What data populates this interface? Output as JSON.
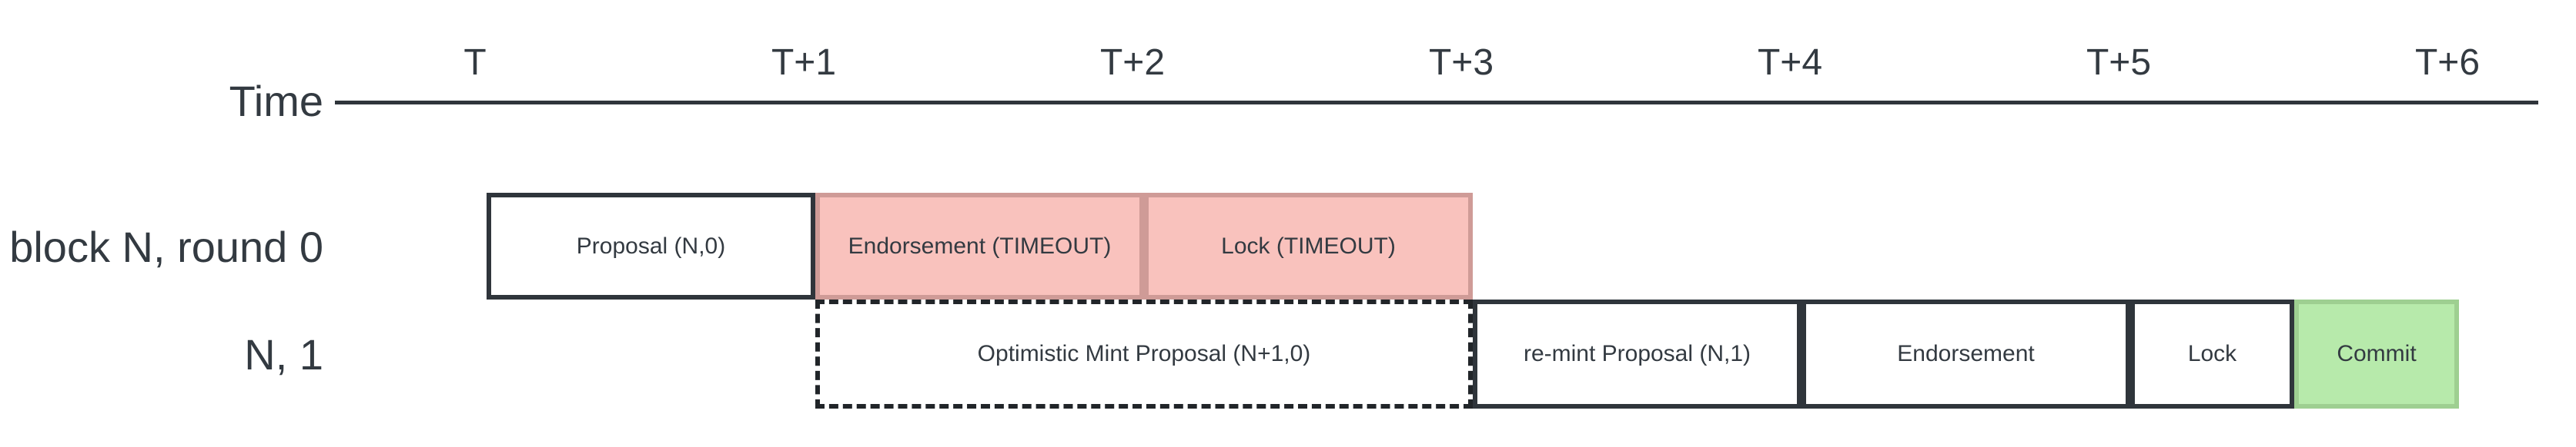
{
  "diagram": {
    "time_axis": {
      "label": "Time",
      "ticks": [
        "T",
        "T+1",
        "T+2",
        "T+3",
        "T+4",
        "T+5",
        "T+6"
      ]
    },
    "rows": [
      {
        "label": "block N, round 0",
        "boxes": [
          {
            "label": "Proposal (N,0)",
            "kind": "normal",
            "span": "T to T+1"
          },
          {
            "label": "Endorsement (TIMEOUT)",
            "kind": "timeout",
            "span": "T+1 to T+2"
          },
          {
            "label": "Lock (TIMEOUT)",
            "kind": "timeout",
            "span": "T+2 to T+3"
          }
        ]
      },
      {
        "label": "N, 1",
        "boxes": [
          {
            "label": "Optimistic Mint Proposal (N+1,0)",
            "kind": "optimistic-dashed",
            "span": "T+1 to T+3"
          },
          {
            "label": "re-mint Proposal (N,1)",
            "kind": "normal",
            "span": "T+3 to T+4"
          },
          {
            "label": "Endorsement",
            "kind": "normal",
            "span": "T+4 to T+5"
          },
          {
            "label": "Lock",
            "kind": "normal",
            "span": "T+5 to T+5.5"
          },
          {
            "label": "Commit",
            "kind": "commit",
            "span": "T+5.5 to T+6"
          }
        ]
      }
    ],
    "colors": {
      "background": "#ffffff",
      "text": "#333a41",
      "axis_line": "#2f353b",
      "box_border": "#2f353b",
      "dashed_border": "#212529",
      "timeout_fill": "#f9c2bd",
      "timeout_border": "#cf9b97",
      "commit_fill": "#b7eaab",
      "commit_border": "#9ecf91"
    }
  }
}
